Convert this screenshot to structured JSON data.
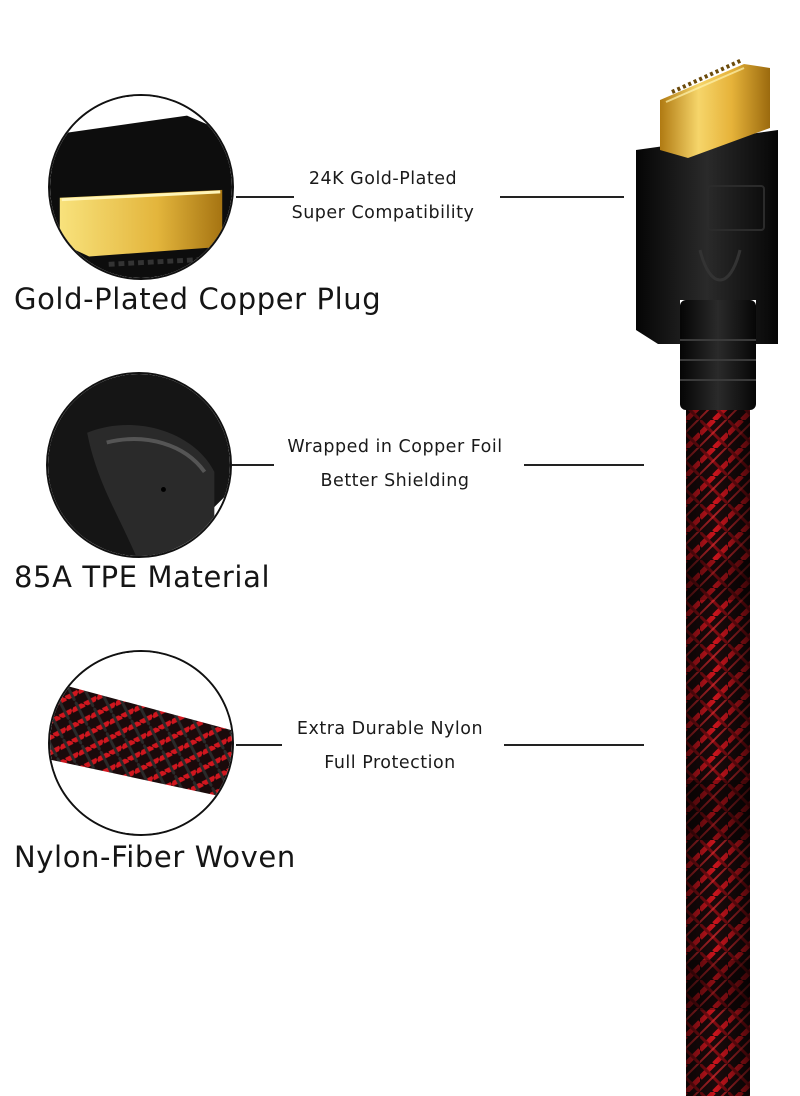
{
  "features": [
    {
      "heading": "Gold-Plated Copper Plug",
      "caption_line1": "24K Gold-Plated",
      "caption_line2": "Super Compatibility"
    },
    {
      "heading": "85A TPE Material",
      "caption_line1": "Wrapped in Copper Foil",
      "caption_line2": "Better Shielding"
    },
    {
      "heading": "Nylon-Fiber Woven",
      "caption_line1": "Extra Durable Nylon",
      "caption_line2": "Full Protection"
    }
  ],
  "colors": {
    "gold": "#e2b53c",
    "black": "#111111",
    "braid_red": "#c8141c"
  }
}
